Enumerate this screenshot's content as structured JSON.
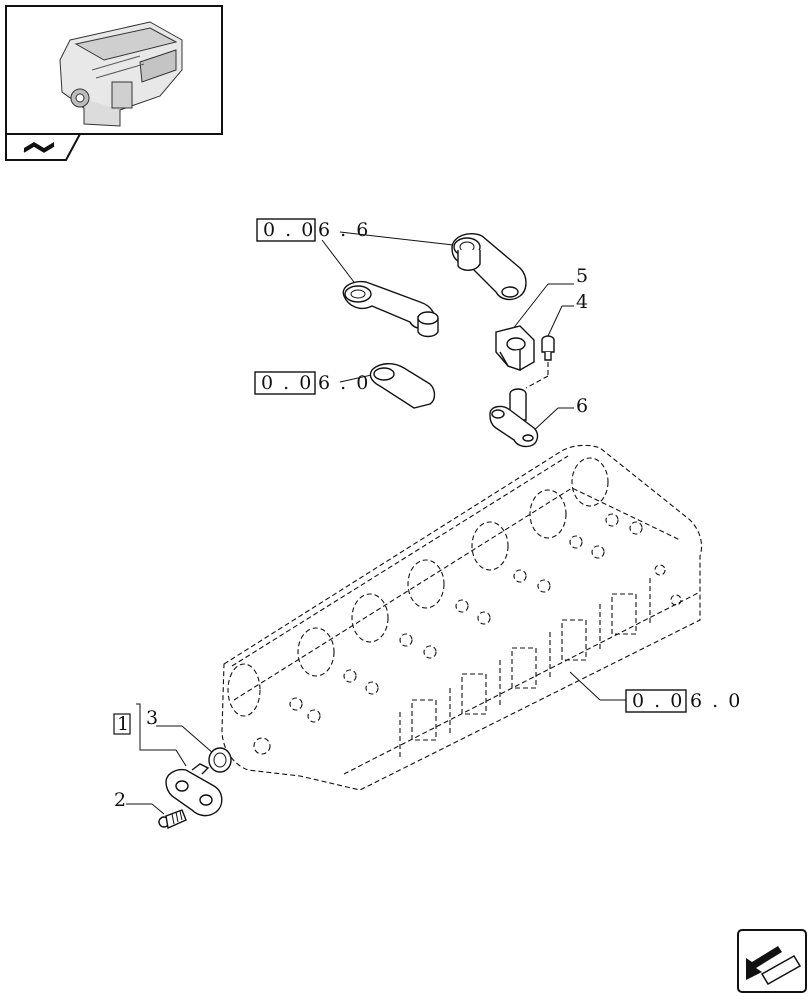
{
  "header": {
    "thumbnail_icon": "engine-thumbnail",
    "tab_icon": "book-page-icon"
  },
  "references": [
    {
      "id": "ref-top",
      "boxed": "0 . 0",
      "rest": "6 . 6"
    },
    {
      "id": "ref-mid",
      "boxed": "0 . 0",
      "rest": "6 . 0"
    },
    {
      "id": "ref-head",
      "boxed": "0 . 0",
      "rest": "6 . 0"
    }
  ],
  "callouts": {
    "n1": "1",
    "n2": "2",
    "n3": "3",
    "n4": "4",
    "n5": "5",
    "n6": "6"
  },
  "footer": {
    "nav_icon": "next-page-arrow-icon"
  }
}
